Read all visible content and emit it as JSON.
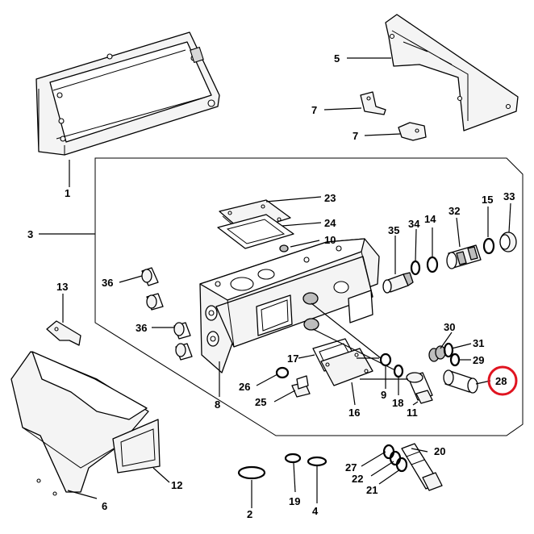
{
  "diagram": {
    "highlight_color": "#e01420",
    "highlighted_part": "28",
    "callouts": [
      {
        "id": "c1",
        "text": "1"
      },
      {
        "id": "c2",
        "text": "2"
      },
      {
        "id": "c3",
        "text": "3"
      },
      {
        "id": "c4",
        "text": "4"
      },
      {
        "id": "c5",
        "text": "5"
      },
      {
        "id": "c6",
        "text": "6"
      },
      {
        "id": "c7a",
        "text": "7"
      },
      {
        "id": "c7b",
        "text": "7"
      },
      {
        "id": "c8",
        "text": "8"
      },
      {
        "id": "c9",
        "text": "9"
      },
      {
        "id": "c10",
        "text": "10"
      },
      {
        "id": "c11",
        "text": "11"
      },
      {
        "id": "c12",
        "text": "12"
      },
      {
        "id": "c13",
        "text": "13"
      },
      {
        "id": "c14",
        "text": "14"
      },
      {
        "id": "c15",
        "text": "15"
      },
      {
        "id": "c16",
        "text": "16"
      },
      {
        "id": "c17",
        "text": "17"
      },
      {
        "id": "c18",
        "text": "18"
      },
      {
        "id": "c19",
        "text": "19"
      },
      {
        "id": "c20",
        "text": "20"
      },
      {
        "id": "c21",
        "text": "21"
      },
      {
        "id": "c22",
        "text": "22"
      },
      {
        "id": "c23",
        "text": "23"
      },
      {
        "id": "c24",
        "text": "24"
      },
      {
        "id": "c25",
        "text": "25"
      },
      {
        "id": "c26",
        "text": "26"
      },
      {
        "id": "c27",
        "text": "27"
      },
      {
        "id": "c28",
        "text": "28"
      },
      {
        "id": "c29",
        "text": "29"
      },
      {
        "id": "c30",
        "text": "30"
      },
      {
        "id": "c31",
        "text": "31"
      },
      {
        "id": "c32",
        "text": "32"
      },
      {
        "id": "c33",
        "text": "33"
      },
      {
        "id": "c34",
        "text": "34"
      },
      {
        "id": "c35",
        "text": "35"
      },
      {
        "id": "c36a",
        "text": "36"
      },
      {
        "id": "c36b",
        "text": "36"
      }
    ]
  }
}
